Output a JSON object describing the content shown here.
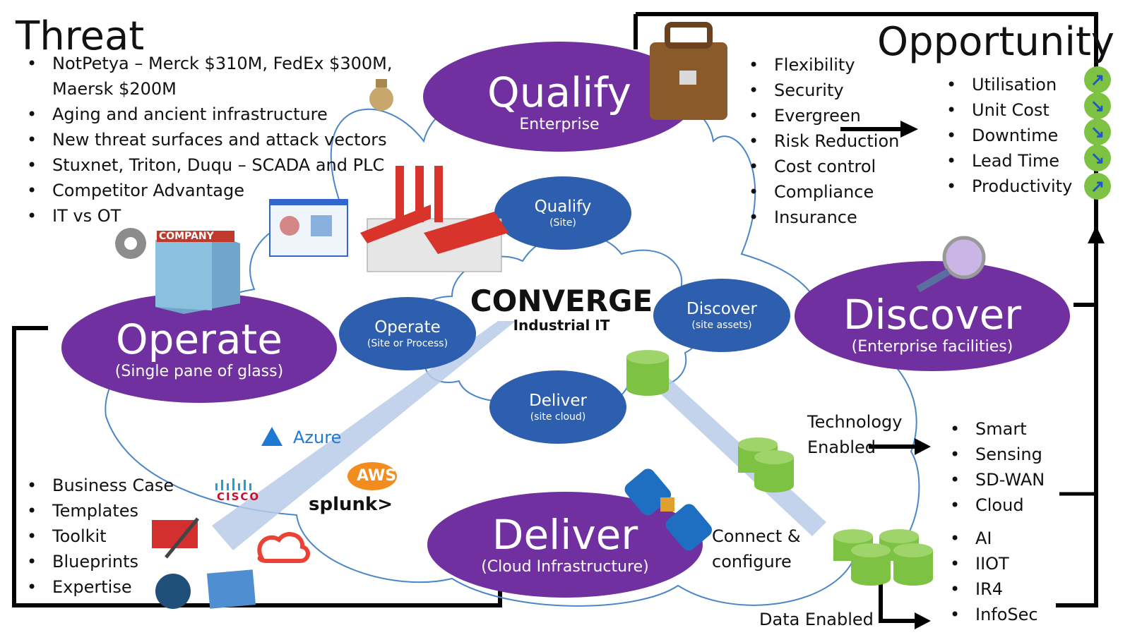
{
  "threat": {
    "title": "Threat",
    "items": [
      "NotPetya – Merck $310M, FedEx $300M, Maersk $200M",
      "Aging and ancient infrastructure",
      "New threat surfaces and attack vectors",
      "Stuxnet, Triton, Duqu – SCADA and PLC",
      "Competitor Advantage",
      "IT vs OT"
    ]
  },
  "opportunity": {
    "title": "Opportunity",
    "items": [
      {
        "label": "Utilisation",
        "trend": "up"
      },
      {
        "label": "Unit Cost",
        "trend": "down"
      },
      {
        "label": "Downtime",
        "trend": "down"
      },
      {
        "label": "Lead Time",
        "trend": "down"
      },
      {
        "label": "Productivity",
        "trend": "up"
      }
    ],
    "arrow_up": "↗",
    "arrow_down": "↘"
  },
  "benefits": [
    "Flexibility",
    "Security",
    "Evergreen",
    "Risk Reduction",
    "Cost control",
    "Compliance",
    "Insurance"
  ],
  "center": {
    "title": "CONVERGE",
    "subtitle": "Industrial IT"
  },
  "big_nodes": {
    "qualify": {
      "name": "Qualify",
      "sub": "Enterprise"
    },
    "operate": {
      "name": "Operate",
      "sub": "(Single pane of glass)"
    },
    "discover": {
      "name": "Discover",
      "sub": "(Enterprise facilities)"
    },
    "deliver": {
      "name": "Deliver",
      "sub": "(Cloud Infrastructure)"
    }
  },
  "small_nodes": {
    "qualify": {
      "name": "Qualify",
      "sub": "(Site)"
    },
    "operate": {
      "name": "Operate",
      "sub": "(Site or Process)"
    },
    "discover": {
      "name": "Discover",
      "sub": "(site assets)"
    },
    "deliver": {
      "name": "Deliver",
      "sub": "(site cloud)"
    }
  },
  "toolkit_items": [
    "Business Case",
    "Templates",
    "Toolkit",
    "Blueprints",
    "Expertise"
  ],
  "tech_enabled": {
    "label_line1": "Technology",
    "label_line2": "Enabled",
    "items": [
      "Smart",
      "Sensing",
      "SD-WAN",
      "Cloud"
    ]
  },
  "data_enabled": {
    "label": "Data Enabled",
    "items": [
      "AI",
      "IIOT",
      "IR4",
      "InfoSec"
    ]
  },
  "connect": {
    "line1": "Connect &",
    "line2": "configure"
  },
  "logos": {
    "azure": "Azure",
    "aws": "AWS",
    "splunk": "splunk>",
    "cisco": "cisco",
    "company": "COMPANY"
  },
  "colors": {
    "purple": "#7030a0",
    "blue": "#2e5fae",
    "green": "#7dc242",
    "line": "#4a86c8"
  }
}
